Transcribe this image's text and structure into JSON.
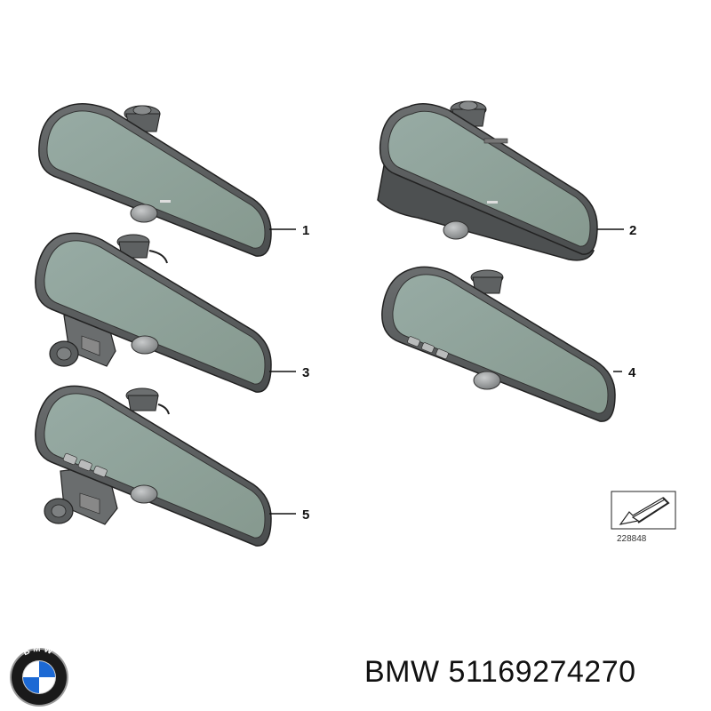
{
  "diagram": {
    "callouts": [
      {
        "id": "1",
        "label": "1"
      },
      {
        "id": "2",
        "label": "2"
      },
      {
        "id": "3",
        "label": "3"
      },
      {
        "id": "4",
        "label": "4"
      },
      {
        "id": "5",
        "label": "5"
      }
    ],
    "reference_number": "228848"
  },
  "caption": {
    "brand": "BMW",
    "part_number": "51169274270"
  },
  "logo": {
    "text": "BMW",
    "colors": {
      "blue": "#1c69d4",
      "white": "#ffffff",
      "ring": "#1a1a1a",
      "rim": "#9a9a9a"
    }
  },
  "colors": {
    "mirror_body": "#5c5f60",
    "mirror_glass": "#8ea29b",
    "mount": "#6c6f70",
    "outline": "#222222"
  }
}
